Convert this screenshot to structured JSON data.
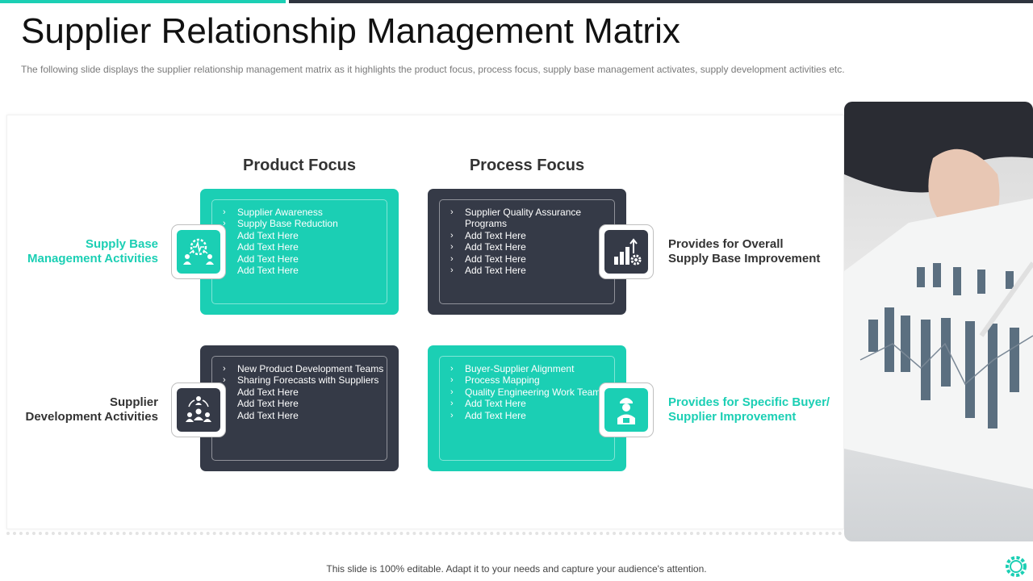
{
  "title": "Supplier Relationship Management Matrix",
  "subtitle": "The following  slide displays the supplier  relationship  management  matrix as it highlights  the product  focus,  process focus,  supply base management  activates,  supply development  activities etc.",
  "columns": [
    "Product Focus",
    "Process Focus"
  ],
  "rows": [
    {
      "label_line1": "Supply Base",
      "label_line2": "Management Activities",
      "icon": "supply-network-icon"
    },
    {
      "label_line1": "Supplier",
      "label_line2": "Development Activities",
      "icon": "team-development-icon"
    }
  ],
  "right_labels": [
    {
      "line1": "Provides for Overall",
      "line2": "Supply Base Improvement",
      "icon": "growth-gear-chart-icon"
    },
    {
      "line1": "Provides for Specific Buyer/",
      "line2": "Supplier Improvement",
      "icon": "worker-icon"
    }
  ],
  "cells": {
    "product_top": [
      "Supplier Awareness",
      "Supply Base Reduction",
      "Add Text Here",
      "Add Text Here",
      "Add Text Here",
      "Add Text Here"
    ],
    "process_top": [
      "Supplier Quality Assurance Programs",
      "Add Text Here",
      "Add Text Here",
      "Add Text Here",
      "Add Text Here"
    ],
    "product_bottom": [
      "New Product Development Teams",
      "Sharing Forecasts with Suppliers",
      "Add Text Here",
      "Add Text Here",
      "Add Text Here"
    ],
    "process_bottom": [
      "Buyer-Supplier Alignment",
      "Process Mapping",
      "Quality Engineering Work Teams",
      "Add Text Here",
      "Add Text Here"
    ]
  },
  "footer": "This slide is 100% editable. Adapt it to your needs and capture your audience's attention.",
  "colors": {
    "teal": "#1bcfb4",
    "dark": "#353a47"
  }
}
